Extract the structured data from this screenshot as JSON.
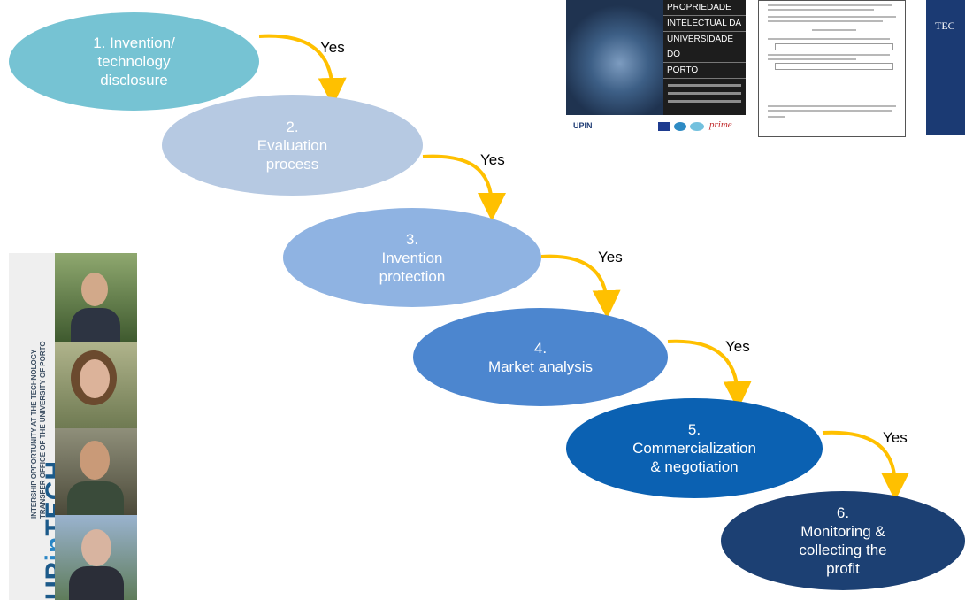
{
  "steps": [
    {
      "lines": [
        "1. Invention/",
        "technology",
        "disclosure"
      ],
      "color": "#76c3d3"
    },
    {
      "lines": [
        "2.",
        "Evaluation",
        "process"
      ],
      "color": "#b6c9e2"
    },
    {
      "lines": [
        "3.",
        "Invention",
        "protection"
      ],
      "color": "#8fb3e2"
    },
    {
      "lines": [
        "4.",
        "Market analysis"
      ],
      "color": "#4c86cf"
    },
    {
      "lines": [
        "5.",
        "Commercialization",
        "& negotiation"
      ],
      "color": "#0b61b2"
    },
    {
      "lines": [
        "6.",
        "Monitoring &",
        "collecting the",
        "profit"
      ],
      "color": "#1c4073"
    }
  ],
  "connector_label": "Yes",
  "connector_color": "#ffc000",
  "brochure": {
    "title_lines": [
      "PROPRIEDADE",
      "INTELECTUAL DA",
      "UNIVERSIDADE DO",
      "PORTO"
    ],
    "publisher_logo": "UPIN",
    "footer_logo": "prime"
  },
  "cover": {
    "text": "TEC"
  },
  "poster": {
    "logo_prefix": "UP",
    "logo_mid": "in",
    "logo_suffix": "TECH",
    "caption_line1": "INTERSHIP OPPORTUNITY AT THE TECHNOLOGY",
    "caption_line2": "TRANSFER OFFICE OF THE UNIVERSITY OF PORTO"
  }
}
